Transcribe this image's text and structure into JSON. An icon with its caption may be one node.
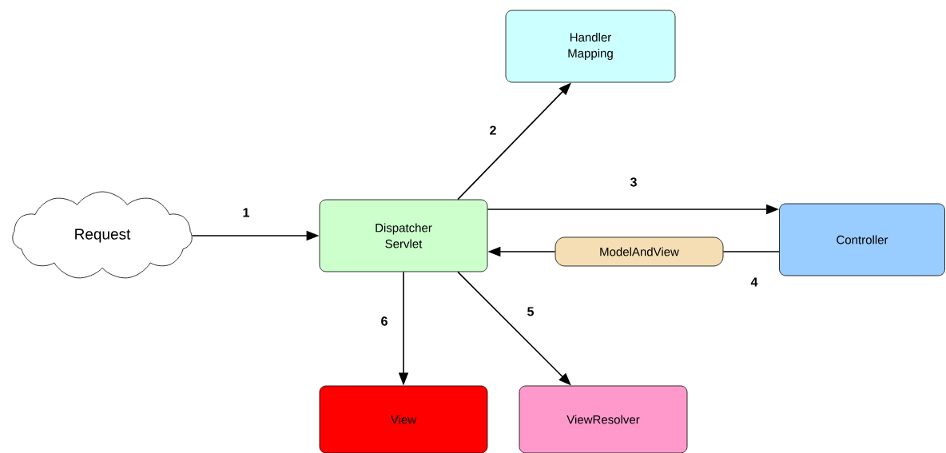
{
  "diagram": {
    "nodes": [
      {
        "text": [
          "Request"
        ]
      },
      {
        "text": [
          "Dispatcher Servlet"
        ]
      },
      {
        "text": [
          "Handler Mapping"
        ]
      },
      {
        "text": [
          "Controller"
        ]
      },
      {
        "text": [
          "View"
        ]
      },
      {
        "text": [
          "ViewResolver"
        ]
      },
      {
        "text": [
          "ModelAndView"
        ]
      }
    ],
    "edges": [
      {
        "from": 0,
        "to": 1,
        "arrow": "to",
        "label": "1"
      },
      {
        "from": 1,
        "to": 2,
        "arrow": "to",
        "label": "2"
      },
      {
        "from": 1,
        "to": 3,
        "arrow": "to",
        "label": "3"
      },
      {
        "from": 3,
        "to": 6,
        "arrow": "none",
        "label": "4"
      },
      {
        "from": 6,
        "to": 1,
        "arrow": "to"
      },
      {
        "from": 1,
        "to": 5,
        "arrow": "to",
        "label": "5"
      },
      {
        "from": 1,
        "to": 4,
        "arrow": "to",
        "label": "6"
      }
    ]
  }
}
